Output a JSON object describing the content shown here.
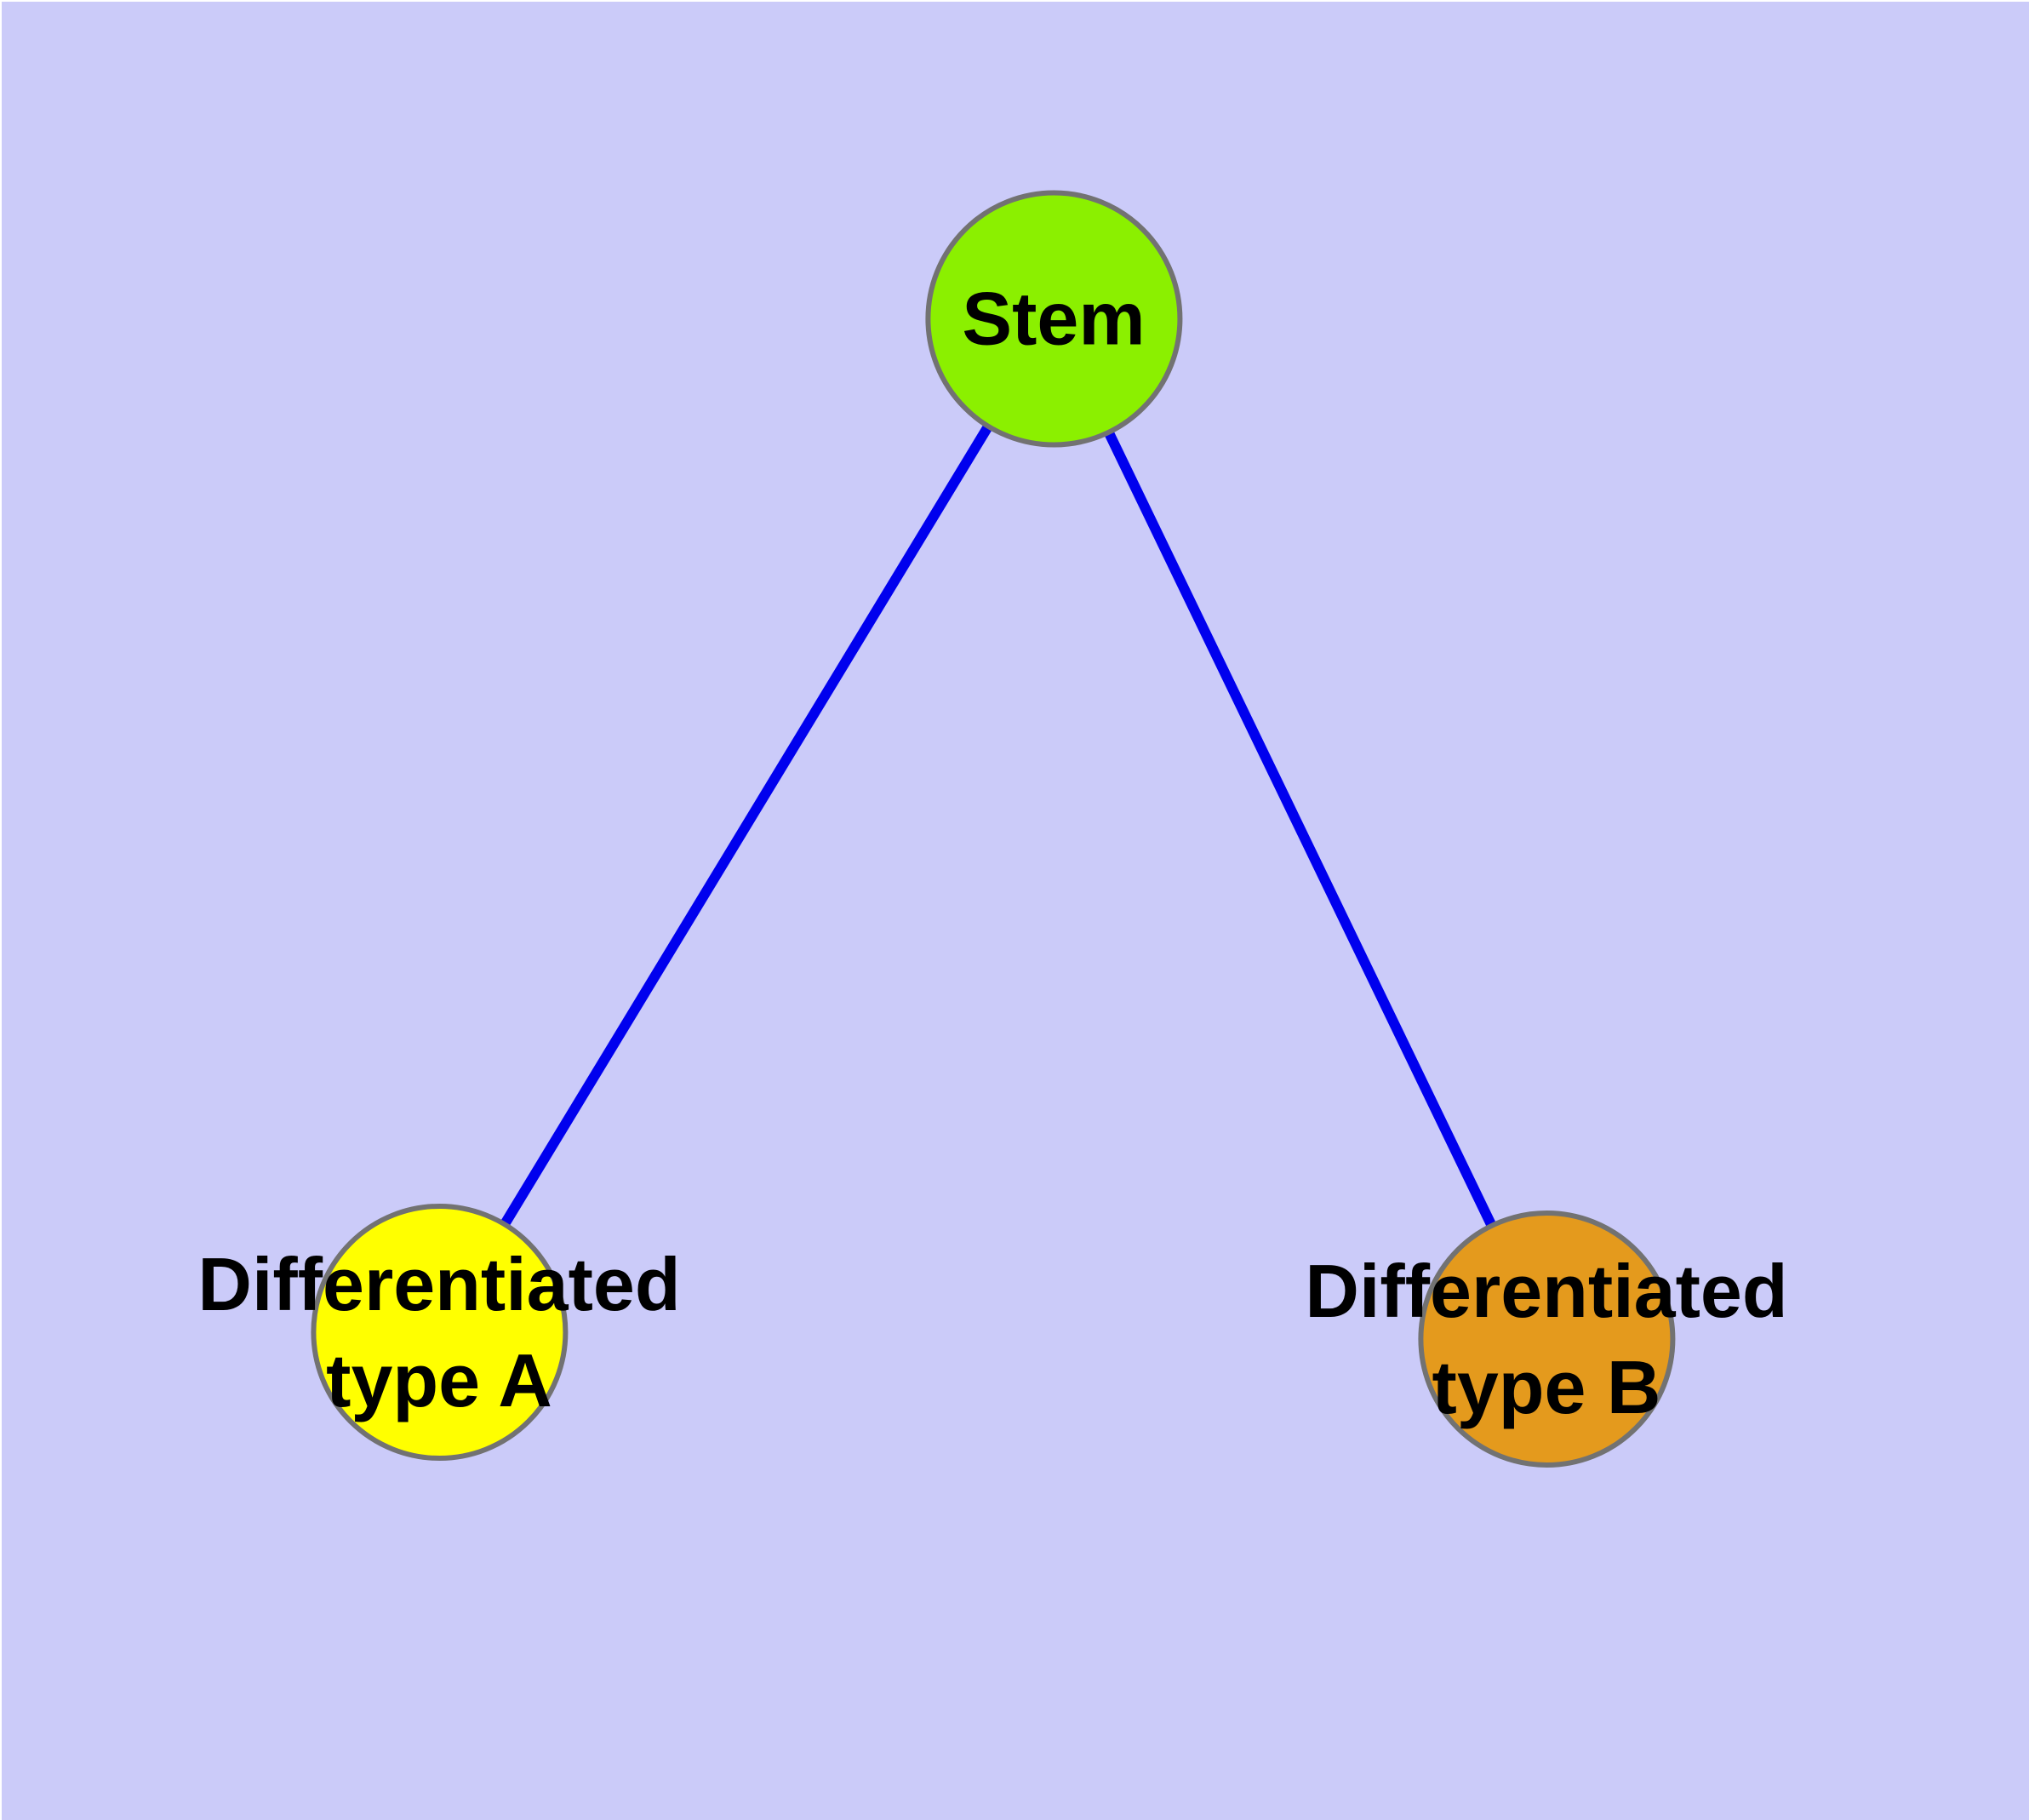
{
  "diagram": {
    "background_color": "#CBCBF9",
    "border_color": "#727272",
    "edge_color": "#0000EE",
    "label_color": "#000000",
    "nodes": [
      {
        "id": "stem",
        "label": "Stem",
        "fill": "#8BF000"
      },
      {
        "id": "type-a",
        "label": "Differentiated\ntype A",
        "fill": "#FFFF00"
      },
      {
        "id": "type-b",
        "label": "Differentiated\ntype B",
        "fill": "#E49A1D"
      }
    ],
    "edges": [
      {
        "from": "stem",
        "to": "type-a"
      },
      {
        "from": "stem",
        "to": "type-b"
      }
    ]
  }
}
